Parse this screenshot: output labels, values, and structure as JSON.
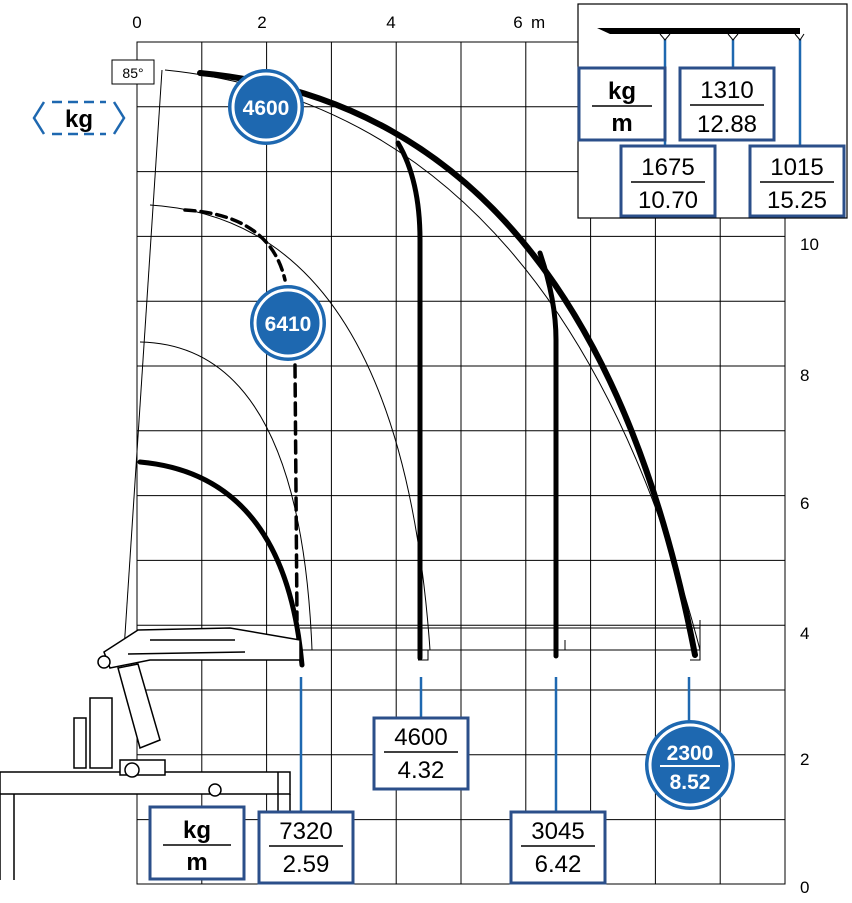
{
  "axes": {
    "x_ticks": [
      "0",
      "2",
      "4",
      "6"
    ],
    "x_unit": "m",
    "y_ticks": [
      "10",
      "8",
      "6",
      "4",
      "2",
      "0"
    ]
  },
  "angle_label": "85°",
  "unit_tag": "kg",
  "legend_main": {
    "top": "kg",
    "bottom": "m"
  },
  "legend_inset": {
    "top": "kg",
    "bottom": "m"
  },
  "badges": {
    "b4600": "4600",
    "b6410": "6410",
    "b2300_top": "2300",
    "b2300_bottom": "8.52"
  },
  "bottom_boxes": [
    {
      "load": "7320",
      "reach": "2.59"
    },
    {
      "load": "4600",
      "reach": "4.32"
    },
    {
      "load": "3045",
      "reach": "6.42"
    }
  ],
  "inset_boxes": [
    {
      "load": "1310",
      "reach": "12.88"
    },
    {
      "load": "1675",
      "reach": "10.70"
    },
    {
      "load": "1015",
      "reach": "15.25"
    }
  ],
  "colors": {
    "accent": "#1e68b0",
    "line": "#000000",
    "frame": "#2b4f8a"
  }
}
